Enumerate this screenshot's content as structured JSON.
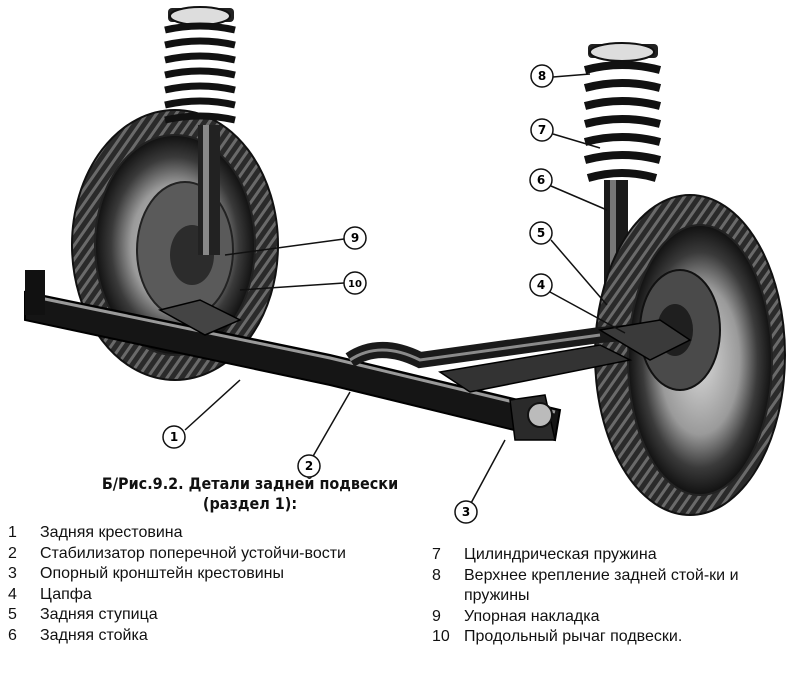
{
  "figure": {
    "caption_line1": "Б/Рис.9.2. Детали задней подвески",
    "caption_line2": "(раздел 1):"
  },
  "callouts": [
    "1",
    "2",
    "3",
    "4",
    "5",
    "6",
    "7",
    "8",
    "9",
    "10"
  ],
  "legend_left": [
    {
      "num": "1",
      "text": "Задняя крестовина"
    },
    {
      "num": "2",
      "text": "Стабилизатор поперечной устойчи-вости"
    },
    {
      "num": "3",
      "text": "Опорный кронштейн крестовины"
    },
    {
      "num": "4",
      "text": "Цапфа"
    },
    {
      "num": "5",
      "text": "Задняя ступица"
    },
    {
      "num": "6",
      "text": "Задняя стойка"
    }
  ],
  "legend_right": [
    {
      "num": "7",
      "text": "Цилиндрическая пружина"
    },
    {
      "num": "8",
      "text": "Верхнее крепление задней стой-ки и пружины"
    },
    {
      "num": "9",
      "text": "Упорная накладка"
    },
    {
      "num": "10",
      "text": "Продольный рычаг подвески."
    }
  ]
}
